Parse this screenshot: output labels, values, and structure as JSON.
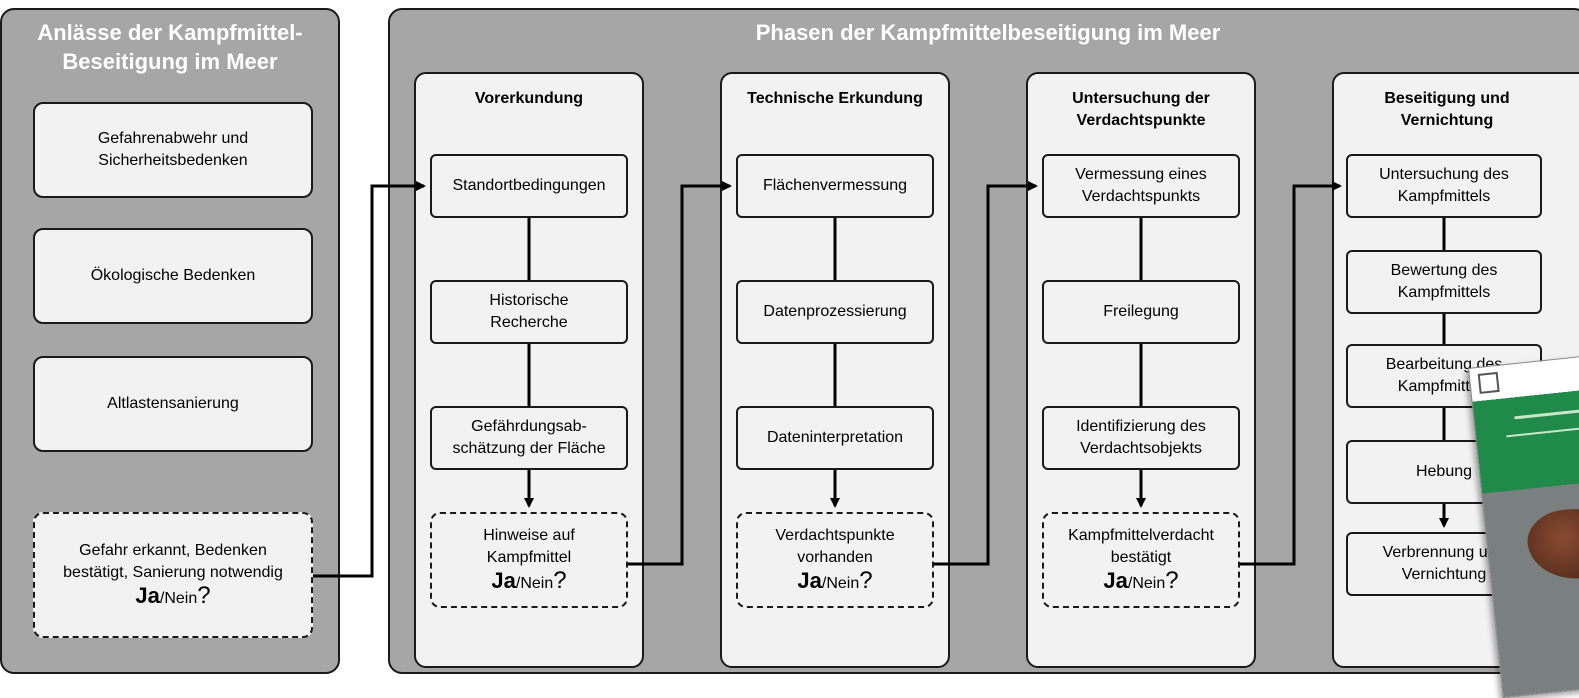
{
  "left_panel": {
    "title_line1": "Anlässe der Kampfmittel-",
    "title_line2": "Beseitigung im Meer",
    "items": [
      "Gefahrenabwehr und\nSicherheitsbedenken",
      "Ökologische Bedenken",
      "Altlastensanierung"
    ],
    "decision": {
      "text_line1": "Gefahr erkannt, Bedenken",
      "text_line2": "bestätigt, Sanierung notwendig",
      "ja": "Ja",
      "nein": "/Nein",
      "q": "?"
    }
  },
  "main_panel": {
    "title": "Phasen der Kampfmittelbeseitigung im Meer",
    "phases": [
      {
        "title": "Vorerkundung",
        "steps": [
          "Standortbedingungen",
          "Historische\nRecherche",
          "Gefährdungsab-\nschätzung der Fläche"
        ],
        "decision": {
          "text_line1": "Hinweise auf",
          "text_line2": "Kampfmittel",
          "ja": "Ja",
          "nein": "/Nein",
          "q": "?"
        }
      },
      {
        "title": "Technische Erkundung",
        "steps": [
          "Flächenvermessung",
          "Datenprozessierung",
          "Dateninterpretation"
        ],
        "decision": {
          "text_line1": "Verdachtspunkte",
          "text_line2": "vorhanden",
          "ja": "Ja",
          "nein": "/Nein",
          "q": "?"
        }
      },
      {
        "title": "Untersuchung der\nVerdachtspunkte",
        "steps": [
          "Vermessung eines\nVerdachtspunkts",
          "Freilegung",
          "Identifizierung des\nVerdachtsobjekts"
        ],
        "decision": {
          "text_line1": "Kampfmittelverdacht",
          "text_line2": "bestätigt",
          "ja": "Ja",
          "nein": "/Nein",
          "q": "?"
        }
      },
      {
        "title": "Beseitigung und\nVernichtung",
        "steps": [
          "Untersuchung des\nKampfmittels",
          "Bewertung des\nKampfmittels",
          "Bearbeitung des\nKampfmittels",
          "Hebung",
          "Verbrennung und\nVernichtung"
        ]
      }
    ]
  },
  "overlay_thumbnail": {
    "label": "report-cover-thumbnail"
  },
  "colors": {
    "panel": "#a6a6a6",
    "box": "#f2f2f2",
    "stroke": "#1a1a1a",
    "title": "#ffffff"
  }
}
